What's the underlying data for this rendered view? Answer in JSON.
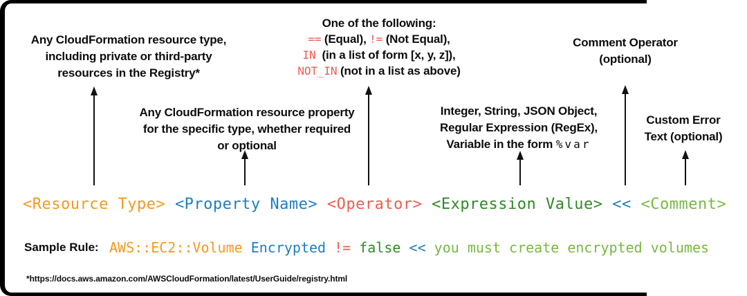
{
  "colors": {
    "orange": "#F7981F",
    "blue": "#1E7DC2",
    "red": "#F25B50",
    "dark_green": "#2E8A23",
    "light_green": "#77B843",
    "black": "#0D0D0D"
  },
  "annotations": {
    "resource_type": {
      "lines": [
        [
          {
            "text": "Any CloudFormation resource type,"
          }
        ],
        [
          {
            "text": "including private or third-party"
          }
        ],
        [
          {
            "text": "resources in the Registry*"
          }
        ]
      ]
    },
    "property_name": {
      "lines": [
        [
          {
            "text": "Any CloudFormation resource property"
          }
        ],
        [
          {
            "text": "for the specific type, whether required"
          }
        ],
        [
          {
            "text": "or optional"
          }
        ]
      ]
    },
    "operator_list": {
      "lines": [
        [
          {
            "text": "One of the following:"
          }
        ],
        [
          {
            "text": "==",
            "color": "red",
            "mono": true
          },
          {
            "text": " (Equal), "
          },
          {
            "text": "!=",
            "color": "red",
            "mono": true
          },
          {
            "text": " (Not Equal),"
          }
        ],
        [
          {
            "text": "IN",
            "color": "red",
            "mono": true
          },
          {
            "text": "  (in a list of form [x, y, z]),"
          }
        ],
        [
          {
            "text": "NOT_IN",
            "color": "red",
            "mono": true
          },
          {
            "text": " (not in a list as above)"
          }
        ]
      ]
    },
    "expression_value": {
      "lines": [
        [
          {
            "text": "Integer, String, JSON Object,"
          }
        ],
        [
          {
            "text": "Regular Expression (RegEx),"
          }
        ],
        [
          {
            "text": "Variable in the form "
          },
          {
            "text": "%var",
            "mono": true,
            "spaced": true
          }
        ]
      ]
    },
    "comment_operator": {
      "lines": [
        [
          {
            "text": "Comment Operator"
          }
        ],
        [
          {
            "text": "(optional)"
          }
        ]
      ]
    },
    "custom_error": {
      "lines": [
        [
          {
            "text": "Custom Error"
          }
        ],
        [
          {
            "text": "Text (optional)"
          }
        ]
      ]
    }
  },
  "rule_line": {
    "lines": [
      [
        {
          "text": "<Resource Type>",
          "color": "orange"
        },
        {
          "text": " "
        },
        {
          "text": "<Property Name>",
          "color": "blue"
        },
        {
          "text": " "
        },
        {
          "text": "<Operator>",
          "color": "red"
        },
        {
          "text": " "
        },
        {
          "text": "<Expression Value>",
          "color": "dark_green"
        },
        {
          "text": " "
        },
        {
          "text": "<<",
          "color": "blue"
        },
        {
          "text": " "
        },
        {
          "text": "<Comment>",
          "color": "light_green"
        }
      ]
    ]
  },
  "sample": {
    "label": "Sample Rule:",
    "lines": [
      [
        {
          "text": "AWS::EC2::Volume",
          "color": "orange"
        },
        {
          "text": " "
        },
        {
          "text": "Encrypted",
          "color": "blue"
        },
        {
          "text": " "
        },
        {
          "text": "!=",
          "color": "red"
        },
        {
          "text": " "
        },
        {
          "text": "false",
          "color": "dark_green"
        },
        {
          "text": " "
        },
        {
          "text": "<<",
          "color": "blue"
        },
        {
          "text": " "
        },
        {
          "text": "you must create encrypted volumes",
          "color": "light_green"
        }
      ]
    ]
  },
  "footnote": "*https://docs.aws.amazon.com/AWSCloudFormation/latest/UserGuide/registry.html"
}
